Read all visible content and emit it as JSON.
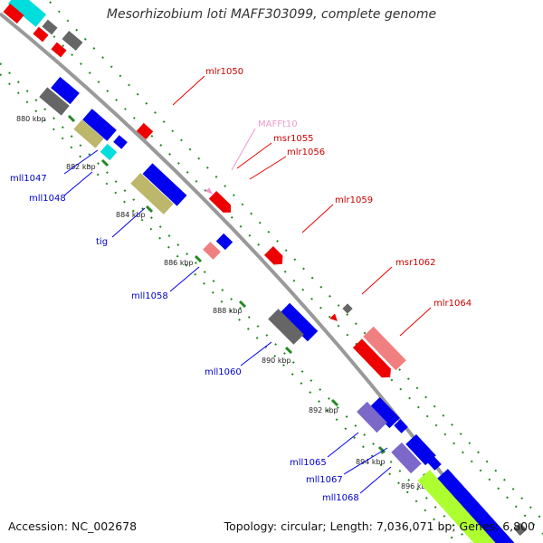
{
  "title": "Mesorhizobium loti MAFF303099, complete genome",
  "accession": "Accession: NC_002678",
  "topology": "Topology: circular; Length: 7,036,071 bp; Genes: 6,800",
  "colors": {
    "red": "#ee0000",
    "blue": "#0000ee",
    "gray": "#666666",
    "khaki": "#bdb76b",
    "cyan": "#00dddd",
    "salmon": "#f08080",
    "purple": "#7b68c8",
    "lime": "#adff2f",
    "pink": "#ee99cc",
    "green_dots": "#228822",
    "backbone": "#999999"
  },
  "ticks": [
    "880 kbp",
    "882 kbp",
    "884 kbp",
    "886 kbp",
    "888 kbp",
    "890 kbp",
    "892 kbp",
    "894 kbp",
    "896 kbp"
  ],
  "labels": {
    "mlr1050": "mlr1050",
    "maff": "MAFFt10",
    "msr1055": "msr1055",
    "mlr1056": "mlr1056",
    "mlr1059": "mlr1059",
    "msr1062": "msr1062",
    "mlr1064": "mlr1064",
    "mll1047": "mll1047",
    "mll1048": "mll1048",
    "tig": "tig",
    "mll1058": "mll1058",
    "mll1060": "mll1060",
    "mll1065": "mll1065",
    "mll1067": "mll1067",
    "mll1068": "mll1068"
  }
}
